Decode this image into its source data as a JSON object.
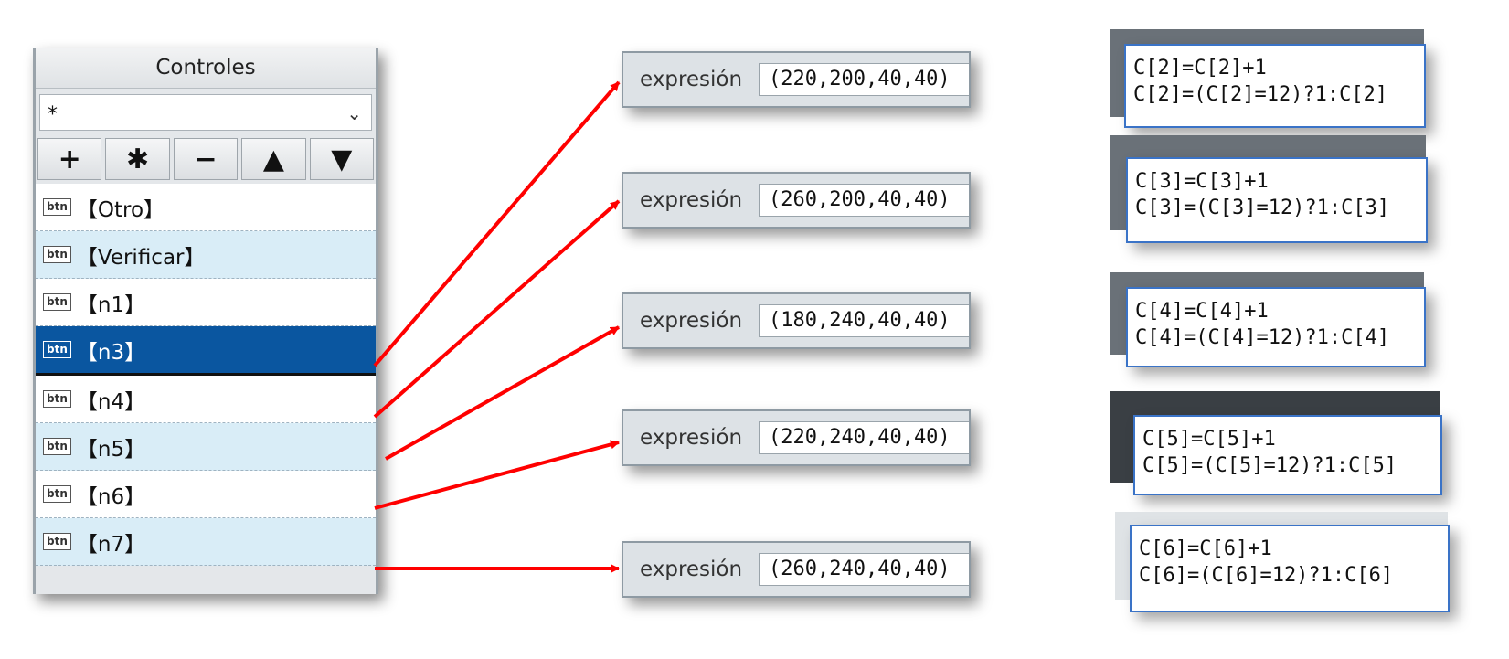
{
  "controls": {
    "title": "Controles",
    "select_value": "*",
    "buttons": [
      "+",
      "✱",
      "−",
      "▲",
      "▼"
    ],
    "items": [
      {
        "badge": "btn",
        "label": "【Otro】"
      },
      {
        "badge": "btn",
        "label": "【Verificar】"
      },
      {
        "badge": "btn",
        "label": "【n1】"
      },
      {
        "badge": "btn",
        "label": "【n3】"
      },
      {
        "badge": "btn",
        "label": "【n4】"
      },
      {
        "badge": "btn",
        "label": "【n5】"
      },
      {
        "badge": "btn",
        "label": "【n6】"
      },
      {
        "badge": "btn",
        "label": "【n7】"
      }
    ],
    "selected_index": 3
  },
  "expressions": [
    {
      "label": "expresión",
      "value": "(220,200,40,40)"
    },
    {
      "label": "expresión",
      "value": "(260,200,40,40)"
    },
    {
      "label": "expresión",
      "value": "(180,240,40,40)"
    },
    {
      "label": "expresión",
      "value": "(220,240,40,40)"
    },
    {
      "label": "expresión",
      "value": "(260,240,40,40)"
    }
  ],
  "code_boxes": [
    {
      "line1": "C[2]=C[2]+1",
      "line2": "C[2]=(C[2]=12)?1:C[2]"
    },
    {
      "line1": "C[3]=C[3]+1",
      "line2": "C[3]=(C[3]=12)?1:C[3]"
    },
    {
      "line1": "C[4]=C[4]+1",
      "line2": "C[4]=(C[4]=12)?1:C[4]"
    },
    {
      "line1": "C[5]=C[5]+1",
      "line2": "C[5]=(C[5]=12)?1:C[5]"
    },
    {
      "line1": "C[6]=C[6]+1",
      "line2": "C[6]=(C[6]=12)?1:C[6]"
    }
  ],
  "colors": {
    "arrow": "#ff0000",
    "selected_row": "#0a56a0",
    "alt_row": "#d9edf7",
    "code_border": "#3a73c7"
  }
}
